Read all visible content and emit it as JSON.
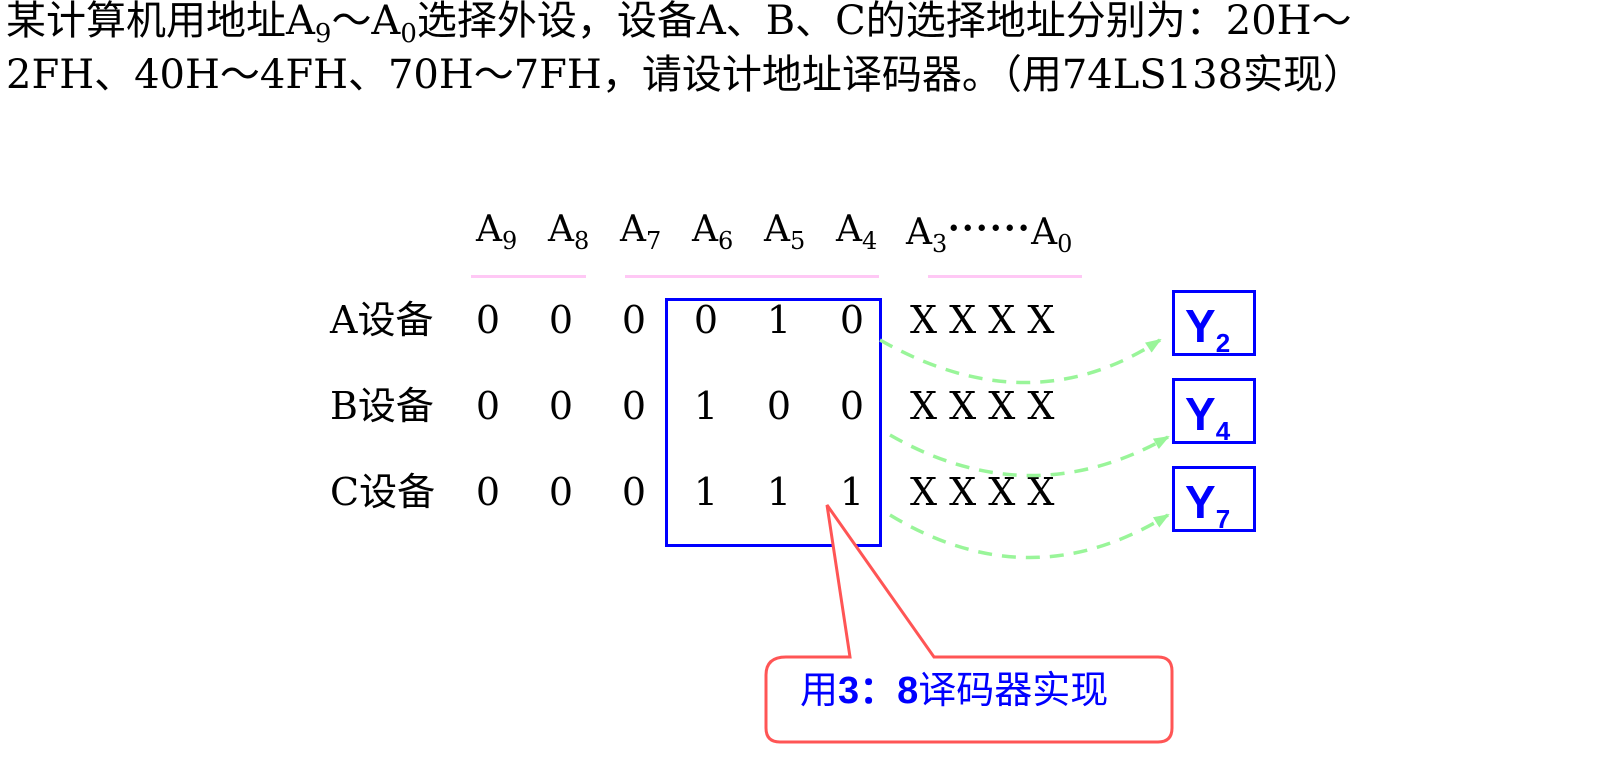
{
  "question": {
    "line1_part1": "某计算机用地址A",
    "line1_sub1": "9",
    "line1_part2": "～A",
    "line1_sub2": "0",
    "line1_part3": "选择外设，设备A、B、C的选择地址分别为：20H～",
    "line2": "2FH、40H～4FH、70H～7FH，请设计地址译码器。（用74LS138实现）"
  },
  "header": {
    "bits": [
      {
        "label": "A",
        "sub": "9"
      },
      {
        "label": "A",
        "sub": "8"
      },
      {
        "label": "A",
        "sub": "7"
      },
      {
        "label": "A",
        "sub": "6"
      },
      {
        "label": "A",
        "sub": "5"
      },
      {
        "label": "A",
        "sub": "4"
      }
    ],
    "low_range_start": {
      "label": "A",
      "sub": "3"
    },
    "low_range_dots": "••••••",
    "low_range_end": {
      "label": "A",
      "sub": "0"
    },
    "underline_color": "#ffc8f5"
  },
  "rows": [
    {
      "device": "A设备",
      "bits": [
        "0",
        "0",
        "0",
        "0",
        "1",
        "0"
      ],
      "dont_care": "X X X X",
      "output": {
        "label": "Y",
        "sub": "2"
      }
    },
    {
      "device": "B设备",
      "bits": [
        "0",
        "0",
        "0",
        "1",
        "0",
        "0"
      ],
      "dont_care": "X X X X",
      "output": {
        "label": "Y",
        "sub": "4"
      }
    },
    {
      "device": "C设备",
      "bits": [
        "0",
        "0",
        "0",
        "1",
        "1",
        "1"
      ],
      "dont_care": "X X X X",
      "output": {
        "label": "Y",
        "sub": "7"
      }
    }
  ],
  "callout": {
    "prefix": "用",
    "bold_part": "3：8",
    "suffix": "译码器实现",
    "border_color": "#ff5555",
    "text_color": "#0000ff"
  },
  "colors": {
    "box_blue": "#0000ff",
    "arrow_green": "#99f599",
    "callout_red": "#ff5555"
  }
}
